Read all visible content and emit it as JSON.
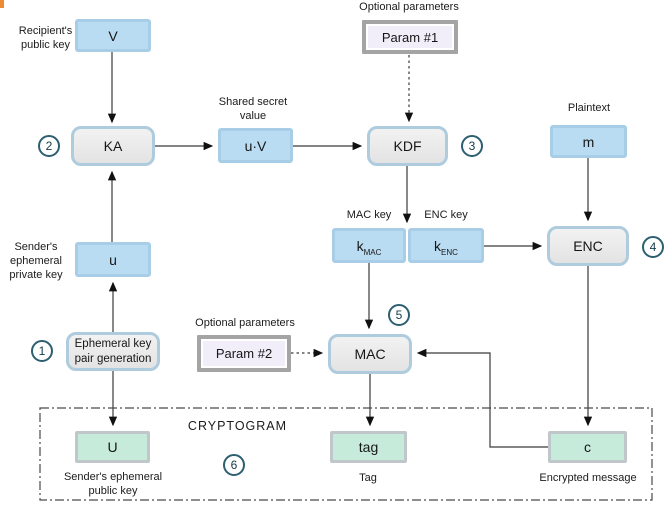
{
  "diagram": {
    "boxes": {
      "v": "V",
      "ka": "KA",
      "uv": "u·V",
      "param1": "Param #1",
      "kdf": "KDF",
      "m": "m",
      "kmac": "k",
      "kmac_sub": "MAC",
      "kenc": "k",
      "kenc_sub": "ENC",
      "enc": "ENC",
      "param2": "Param #2",
      "mac": "MAC",
      "eph": "Ephemeral key\npair generation",
      "u": "u",
      "u_pub": "U",
      "tag": "tag",
      "c": "c"
    },
    "labels": {
      "recipient_public_key": "Recipient's\npublic key",
      "shared_secret_value": "Shared secret\nvalue",
      "optional_parameters_1": "Optional parameters",
      "plaintext": "Plaintext",
      "mac_key": "MAC key",
      "enc_key": "ENC key",
      "optional_parameters_2": "Optional parameters",
      "sender_private_key": "Sender's\nephemeral\nprivate key",
      "cryptogram": "CRYPTOGRAM",
      "sender_public_key": "Sender's ephemeral\npublic key",
      "tag_caption": "Tag",
      "encrypted_message": "Encrypted message"
    },
    "steps": {
      "s1": "1",
      "s2": "2",
      "s3": "3",
      "s4": "4",
      "s5": "5",
      "s6": "6"
    },
    "colors": {
      "data_box_fill": "#BADCF3",
      "data_box_border": "#A7CDE7",
      "process_box_fill": "#ECECEC",
      "process_box_border": "#AFCBDE",
      "output_box_fill": "#C6EBDB",
      "output_box_border": "#C0C7CA",
      "param_box_fill": "#F1EEFA",
      "param_box_border": "#A4A4A4",
      "step_circle_border": "#2E5F70",
      "line_color": "#3A3A3A"
    }
  }
}
